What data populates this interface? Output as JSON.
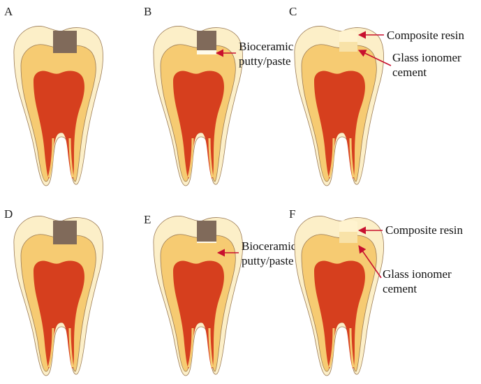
{
  "panels": [
    {
      "letter": "A",
      "stage": "cavity-open",
      "labels": []
    },
    {
      "letter": "B",
      "stage": "bioceramic-placed",
      "labels": [
        {
          "lines": [
            "Bioceramic",
            "putty/paste"
          ]
        }
      ]
    },
    {
      "letter": "C",
      "stage": "restored",
      "labels": [
        {
          "lines": [
            "Composite resin"
          ]
        },
        {
          "lines": [
            "Glass ionomer",
            "cement"
          ]
        }
      ]
    },
    {
      "letter": "D",
      "stage": "cavity-deep",
      "labels": []
    },
    {
      "letter": "E",
      "stage": "bioceramic-deep",
      "labels": [
        {
          "lines": [
            "Bioceramic",
            "putty/paste"
          ]
        }
      ]
    },
    {
      "letter": "F",
      "stage": "restored-deep",
      "labels": [
        {
          "lines": [
            "Composite resin"
          ]
        },
        {
          "lines": [
            "Glass ionomer",
            "cement"
          ]
        }
      ]
    }
  ],
  "colors": {
    "enamel": "#fcefc8",
    "dentin": "#f6cb72",
    "pulp": "#d63f1e",
    "cavity": "#806a5a",
    "bioceramic": "#fffbea",
    "composite": "#fff3cf",
    "glass_ionomer": "#f8e2a8",
    "arrow": "#c8102e",
    "outline": "#9a7a55"
  }
}
